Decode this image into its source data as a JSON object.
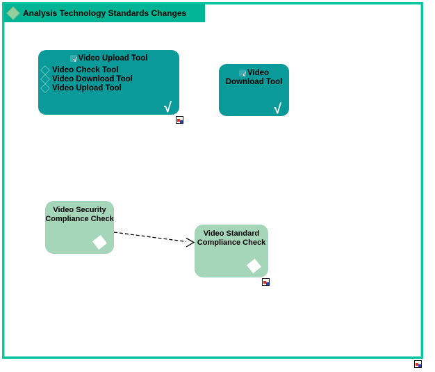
{
  "header": {
    "title": "Analysis Technology Standards Changes"
  },
  "nodes": {
    "upload_group": {
      "title": "Video Upload Tool",
      "items": [
        "Video Check Tool",
        "Video Download Tool",
        "Video Upload Tool"
      ],
      "badge": "√"
    },
    "download_tool": {
      "title_line1": "Video",
      "title_line2": "Download Tool",
      "badge": "√"
    },
    "security_check": {
      "title_line1": "Video Security",
      "title_line2": "Compliance Check"
    },
    "standard_check": {
      "title_line1": "Video Standard",
      "title_line2": "Compliance Check"
    }
  },
  "colors": {
    "frame_border": "#0cc3a2",
    "header_bg": "#00b495",
    "teal_node": "#0b9a9a",
    "green_node": "#a6d6b9",
    "header_diamond": "#93cf9f"
  },
  "connection": {
    "type": "dashed-open-arrow",
    "from": "Video Security Compliance Check",
    "to": "Video Standard Compliance Check"
  }
}
